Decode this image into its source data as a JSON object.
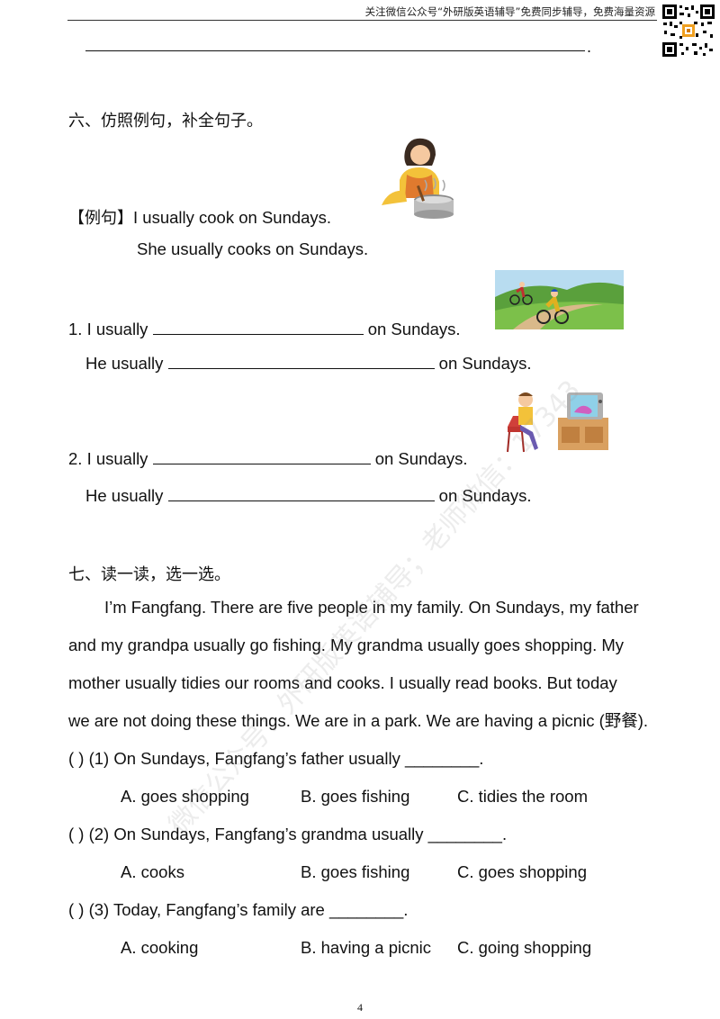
{
  "header": {
    "text": "关注微信公众号“外研版英语辅导”免费同步辅导，免费海量资源"
  },
  "top_period": ".",
  "section6": {
    "title": "六、仿照例句，补全句子。",
    "example_label": "【例句】",
    "example_line1": "I usually cook on Sundays.",
    "example_line2": "She usually cooks on Sundays.",
    "items": [
      {
        "i_prefix": "1. I usually",
        "i_suffix": "on Sundays.",
        "he_prefix": "He usually",
        "he_suffix": "on Sundays."
      },
      {
        "i_prefix": "2. I usually",
        "i_suffix": "on Sundays.",
        "he_prefix": "He usually",
        "he_suffix": "on Sundays."
      }
    ]
  },
  "section7": {
    "title": "七、读一读，选一选。",
    "passage_lines": [
      "I’m Fangfang. There are five people in my family. On Sundays, my father",
      "and my grandpa usually go fishing. My grandma usually goes shopping. My",
      "mother usually tidies our rooms and cooks. I usually read books. But today",
      "we are not doing these things. We are in a park. We are having a picnic (野餐)."
    ],
    "questions": [
      {
        "stem": "(    ) (1) On Sundays, Fangfang’s father usually ________.",
        "options": [
          "A. goes shopping",
          "B. goes fishing",
          "C. tidies the room"
        ]
      },
      {
        "stem": "(    ) (2) On Sundays, Fangfang’s grandma usually ________.",
        "options": [
          "A. cooks",
          "B. goes fishing",
          "C. goes shopping"
        ]
      },
      {
        "stem": "(    ) (3) Today, Fangfang’s family are ________.",
        "options": [
          "A. cooking",
          "B. having a picnic",
          "C. going shopping"
        ]
      }
    ]
  },
  "watermark": "微信公众号：外研版英语辅导；老师微信：17343",
  "page_number": "4"
}
